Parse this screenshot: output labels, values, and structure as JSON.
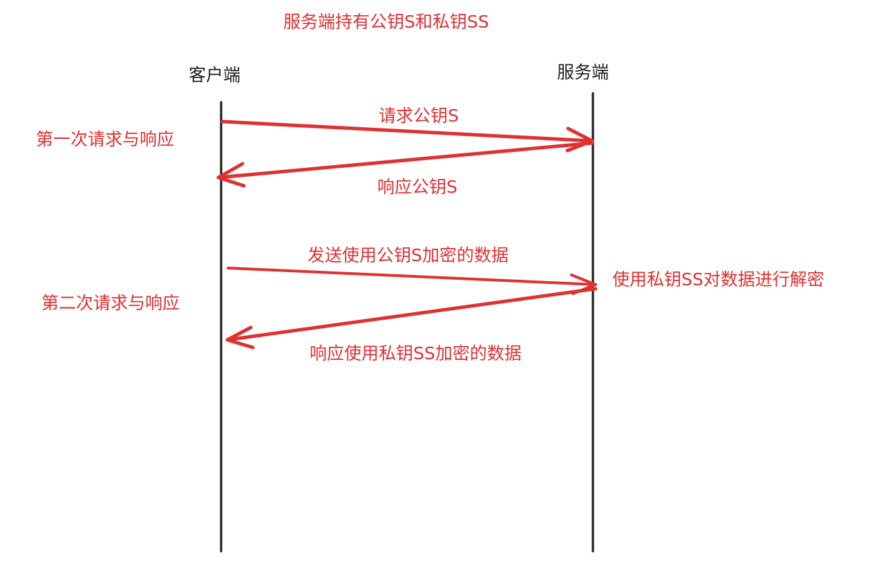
{
  "title": "服务端持有公钥S和私钥SS",
  "actors": {
    "client": "客户端",
    "server": "服务端"
  },
  "phases": [
    {
      "label": "第一次请求与响应"
    },
    {
      "label": "第二次请求与响应"
    }
  ],
  "messages": [
    {
      "label": "请求公钥S",
      "from": "client",
      "to": "server"
    },
    {
      "label": "响应公钥S",
      "from": "server",
      "to": "client"
    },
    {
      "label": "发送使用公钥S加密的数据",
      "from": "client",
      "to": "server"
    },
    {
      "label": "响应使用私钥SS加密的数据",
      "from": "server",
      "to": "client"
    }
  ],
  "notes": {
    "server_action": "使用私钥SS对数据进行解密"
  },
  "colors": {
    "arrow": "#e03131",
    "text_red": "#e03131",
    "lifeline": "#1e1e1e",
    "text_dark": "#1e1e1e"
  }
}
